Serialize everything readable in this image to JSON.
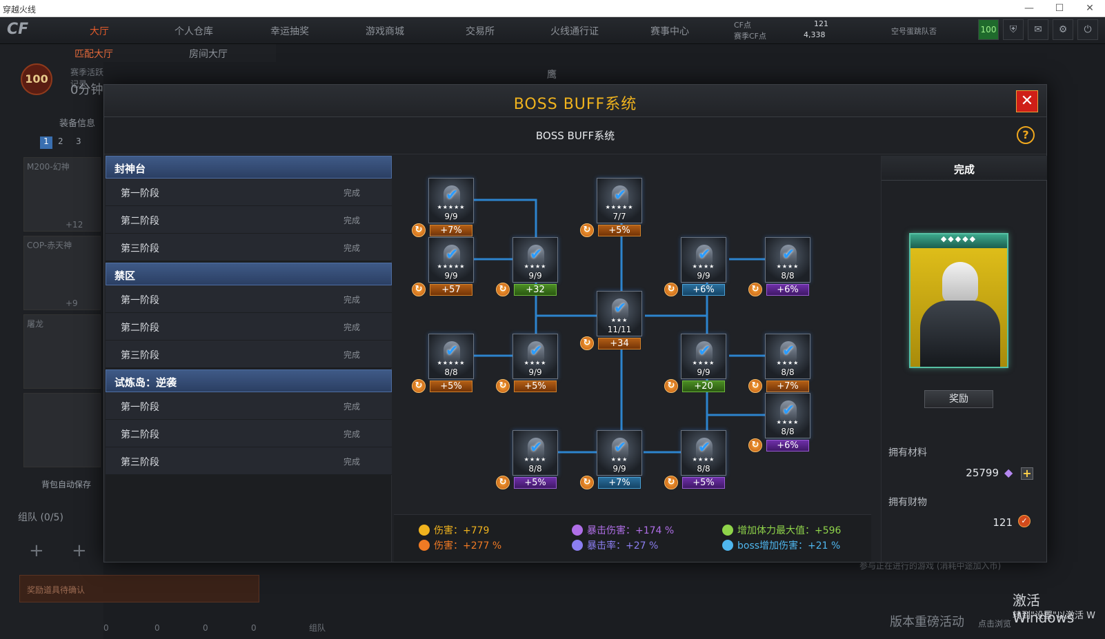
{
  "window": {
    "title": "穿越火线",
    "minimize": "—",
    "maximize": "☐",
    "close": "✕"
  },
  "nav": {
    "logo": "CF",
    "items": [
      "大厅",
      "个人仓库",
      "幸运抽奖",
      "游戏商城",
      "交易所",
      "火线通行证",
      "赛事中心"
    ],
    "sub": [
      "匹配大厅",
      "房间大厅"
    ]
  },
  "topbar": {
    "cf_label": "CF点",
    "cf_value": "121",
    "season_label": "赛季CF点",
    "season_value": "4,338",
    "clan": "空号蛋跳队否",
    "level": "100"
  },
  "background": {
    "season_record": "赛季活跃记录",
    "level_badge": "100",
    "time": "0分钟",
    "equip_info": "装备信息",
    "tabs": [
      "1",
      "2",
      "3"
    ],
    "weapons": [
      {
        "name": "M200-幻神",
        "stat": "+12"
      },
      {
        "name": "COP-赤天神",
        "stat": "+9"
      },
      {
        "name": "屠龙",
        "stat": ""
      }
    ],
    "backpack": "背包自动保存",
    "team": "组队 (0/5)",
    "reward_confirm": "奖励道具待确认",
    "counters": [
      "0",
      "0",
      "0",
      "0"
    ],
    "team_tab": "组队",
    "chat_hint": "参与正在进行的游戏 (消耗中途加入币)",
    "version": "版本重磅活动",
    "version_sub": "点击浏览",
    "header_icon": "鹰"
  },
  "modal": {
    "title": "BOSS BUFF系统",
    "subtitle": "BOSS BUFF系统",
    "close": "✕",
    "help": "?",
    "groups": [
      {
        "name": "封神台",
        "stages": [
          {
            "name": "第一阶段",
            "status": "完成"
          },
          {
            "name": "第二阶段",
            "status": "完成"
          },
          {
            "name": "第三阶段",
            "status": "完成"
          }
        ]
      },
      {
        "name": "禁区",
        "stages": [
          {
            "name": "第一阶段",
            "status": "完成"
          },
          {
            "name": "第二阶段",
            "status": "完成"
          },
          {
            "name": "第三阶段",
            "status": "完成"
          }
        ]
      },
      {
        "name": "试炼岛：逆袭",
        "stages": [
          {
            "name": "第一阶段",
            "status": "完成"
          },
          {
            "name": "第二阶段",
            "status": "完成"
          },
          {
            "name": "第三阶段",
            "status": "完成"
          }
        ]
      }
    ],
    "nodes": [
      {
        "id": "n1",
        "count": "9/9",
        "bonus": "+7%",
        "color": "orange",
        "stars": "★★★★★"
      },
      {
        "id": "n2",
        "count": "7/7",
        "bonus": "+5%",
        "color": "orange",
        "stars": "★★★★★"
      },
      {
        "id": "n3",
        "count": "9/9",
        "bonus": "+57",
        "color": "orange",
        "stars": "★★★★★"
      },
      {
        "id": "n4",
        "count": "9/9",
        "bonus": "+32",
        "color": "green",
        "stars": "★★★★"
      },
      {
        "id": "n5",
        "count": "9/9",
        "bonus": "+6%",
        "color": "blue",
        "stars": "★★★★"
      },
      {
        "id": "n6",
        "count": "8/8",
        "bonus": "+6%",
        "color": "purple",
        "stars": "★★★★"
      },
      {
        "id": "n7",
        "count": "11/11",
        "bonus": "+34",
        "color": "orange",
        "stars": "★★★"
      },
      {
        "id": "n8",
        "count": "8/8",
        "bonus": "+5%",
        "color": "orange",
        "stars": "★★★★★"
      },
      {
        "id": "n9",
        "count": "9/9",
        "bonus": "+5%",
        "color": "orange",
        "stars": "★★★★"
      },
      {
        "id": "n10",
        "count": "9/9",
        "bonus": "+20",
        "color": "green",
        "stars": "★★★★"
      },
      {
        "id": "n11",
        "count": "8/8",
        "bonus": "+7%",
        "color": "orange",
        "stars": "★★★★"
      },
      {
        "id": "n12",
        "count": "8/8",
        "bonus": "+6%",
        "color": "purple",
        "stars": "★★★★"
      },
      {
        "id": "n13",
        "count": "8/8",
        "bonus": "+5%",
        "color": "purple",
        "stars": "★★★★"
      },
      {
        "id": "n14",
        "count": "9/9",
        "bonus": "+7%",
        "color": "blue",
        "stars": "★★★"
      },
      {
        "id": "n15",
        "count": "8/8",
        "bonus": "+5%",
        "color": "purple",
        "stars": "★★★★"
      }
    ],
    "summary": [
      {
        "label": "伤害：+779",
        "color": "#f0b31e"
      },
      {
        "label": "伤害：+277 %",
        "color": "#f07a24"
      },
      {
        "label": "暴击伤害：+174 %",
        "color": "#b06fe8"
      },
      {
        "label": "暴击率：+27 %",
        "color": "#8b7ef0"
      },
      {
        "label": "增加体力最大值：+596",
        "color": "#8fd44a"
      },
      {
        "label": "boss增加伤害：+21 %",
        "color": "#4fb6ee"
      }
    ],
    "right": {
      "status": "完成",
      "reward": "奖励",
      "materials_label": "拥有材料",
      "materials_value": "25799",
      "items_label": "拥有财物",
      "items_value": "121",
      "plus": "+"
    }
  },
  "watermark": {
    "line1": "激活 Windows",
    "line2": "转到\"设置\"以激活 W"
  }
}
